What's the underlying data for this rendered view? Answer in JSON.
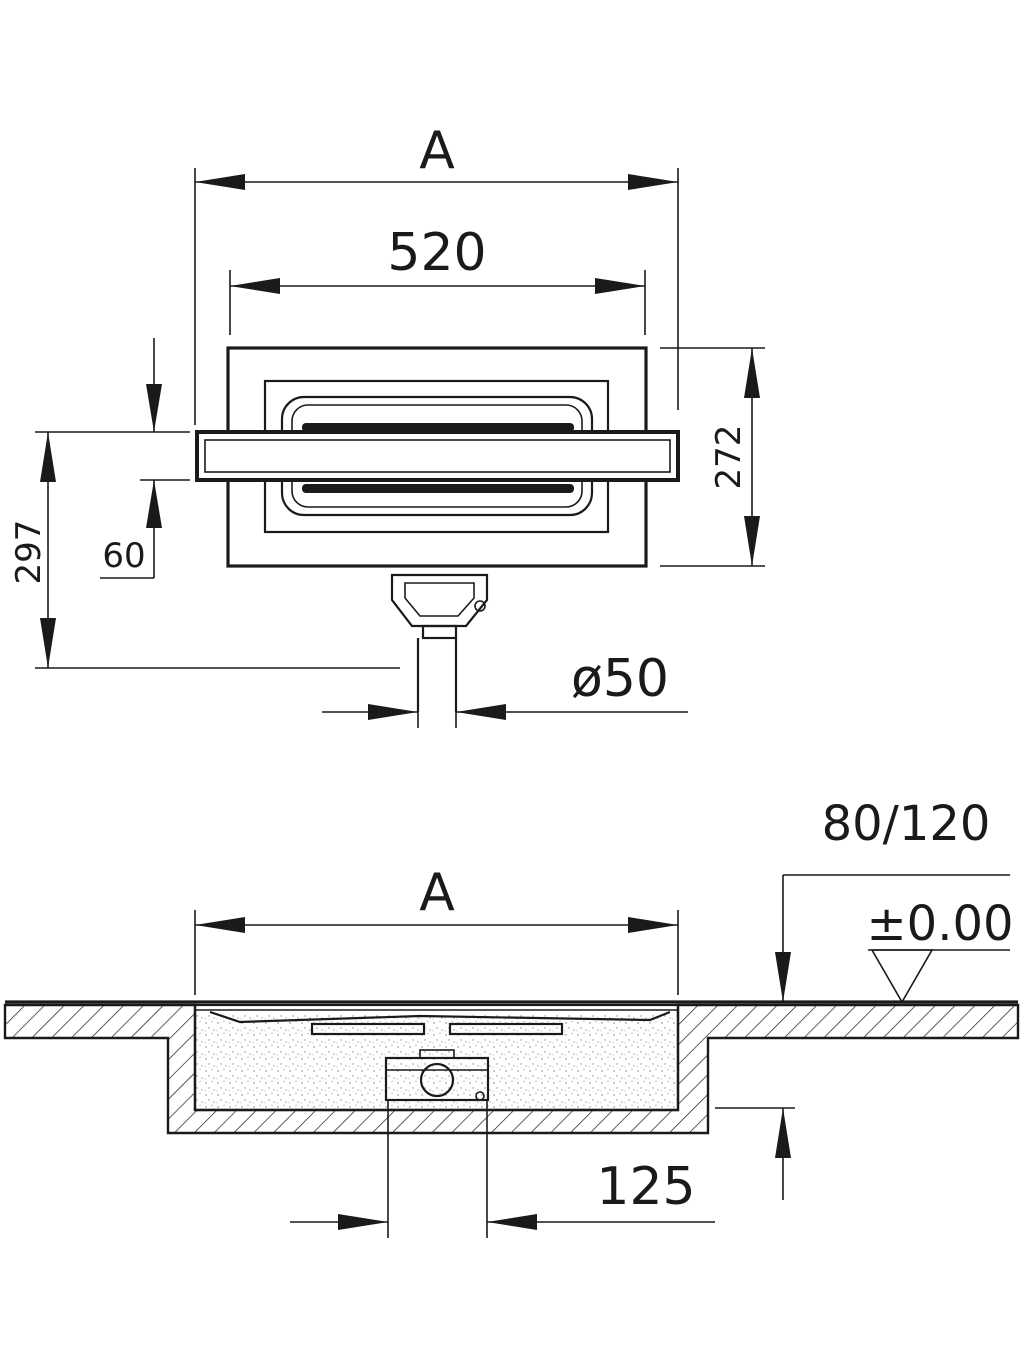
{
  "top_view": {
    "width_label": "A",
    "inner_width_label": "520",
    "height_right_label": "272",
    "overall_height_label": "297",
    "grate_width_label": "60",
    "outlet_diameter_label": "ø50"
  },
  "section_view": {
    "width_label": "A",
    "depth_label": "80/120",
    "level_label": "±0.00",
    "outlet_offset_label": "125"
  }
}
